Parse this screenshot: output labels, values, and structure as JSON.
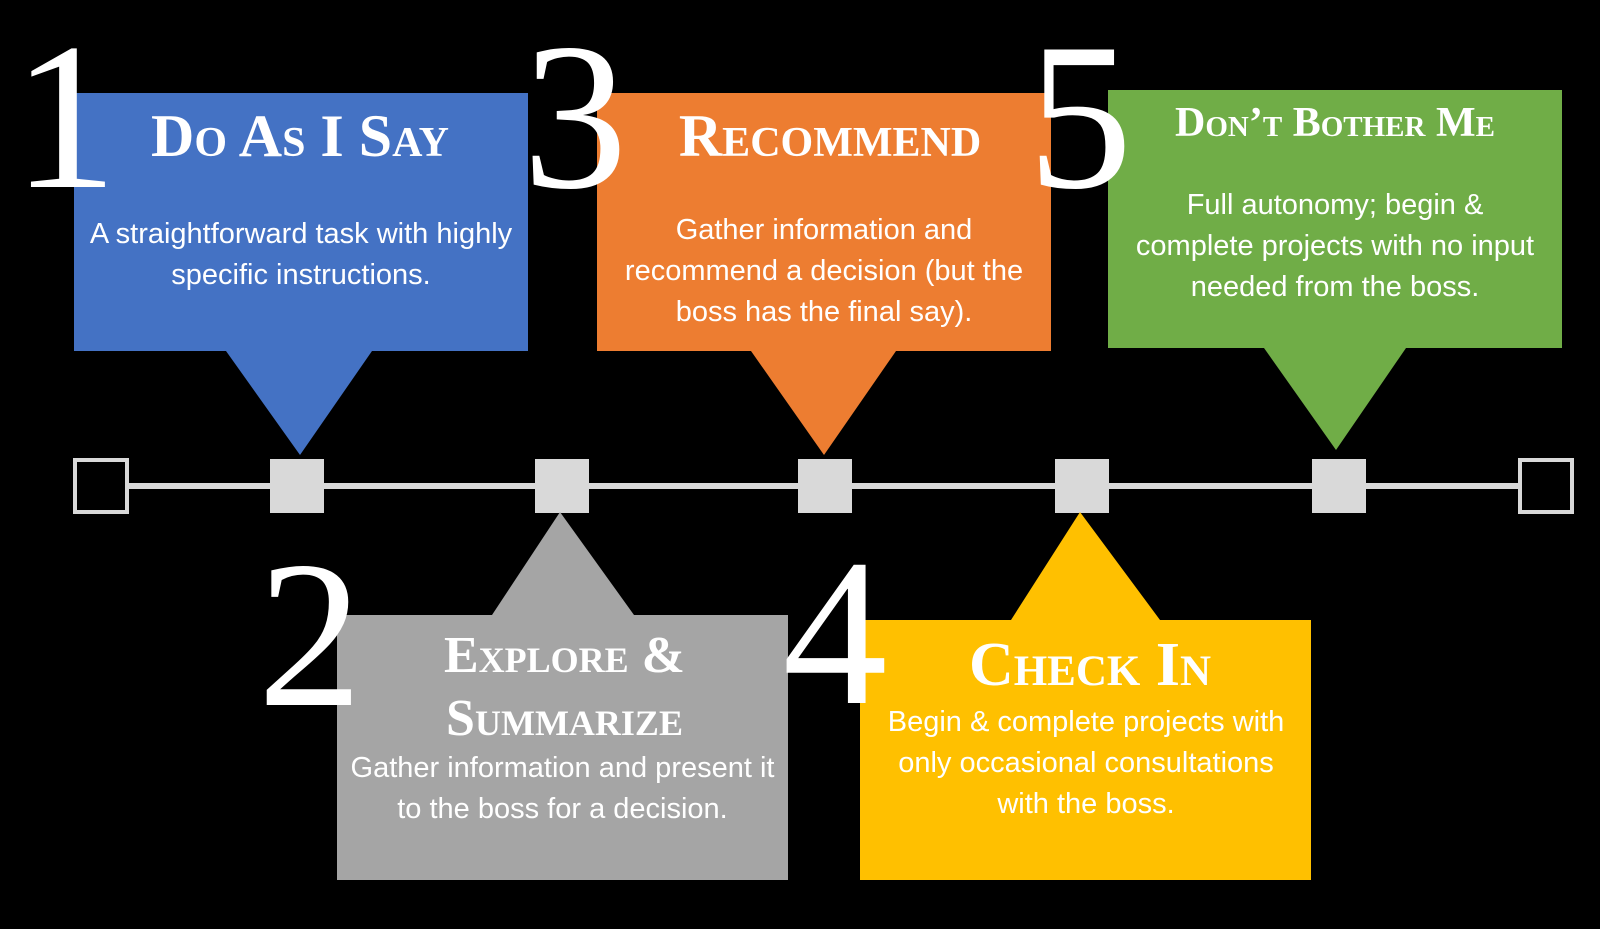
{
  "colors": {
    "background": "#000000",
    "timeline": "#d9d9d9",
    "level1": "#4472c4",
    "level2": "#a5a5a5",
    "level3": "#ed7d31",
    "level4": "#ffc000",
    "level5": "#70ad47",
    "text": "#ffffff"
  },
  "levels": [
    {
      "number": "1",
      "title": "Do As I Say",
      "description": "A straightforward task with highly specific instructions."
    },
    {
      "number": "2",
      "title": "Explore & Summarize",
      "description": "Gather information and present it to the boss for a decision."
    },
    {
      "number": "3",
      "title": "Recommend",
      "description": "Gather information and recommend a decision (but the boss has the final say)."
    },
    {
      "number": "4",
      "title": "Check In",
      "description": "Begin & complete projects with only occasional consultations with the boss."
    },
    {
      "number": "5",
      "title": "Don’t Bother Me",
      "description": "Full autonomy; begin & complete projects with no input needed from the boss."
    }
  ]
}
